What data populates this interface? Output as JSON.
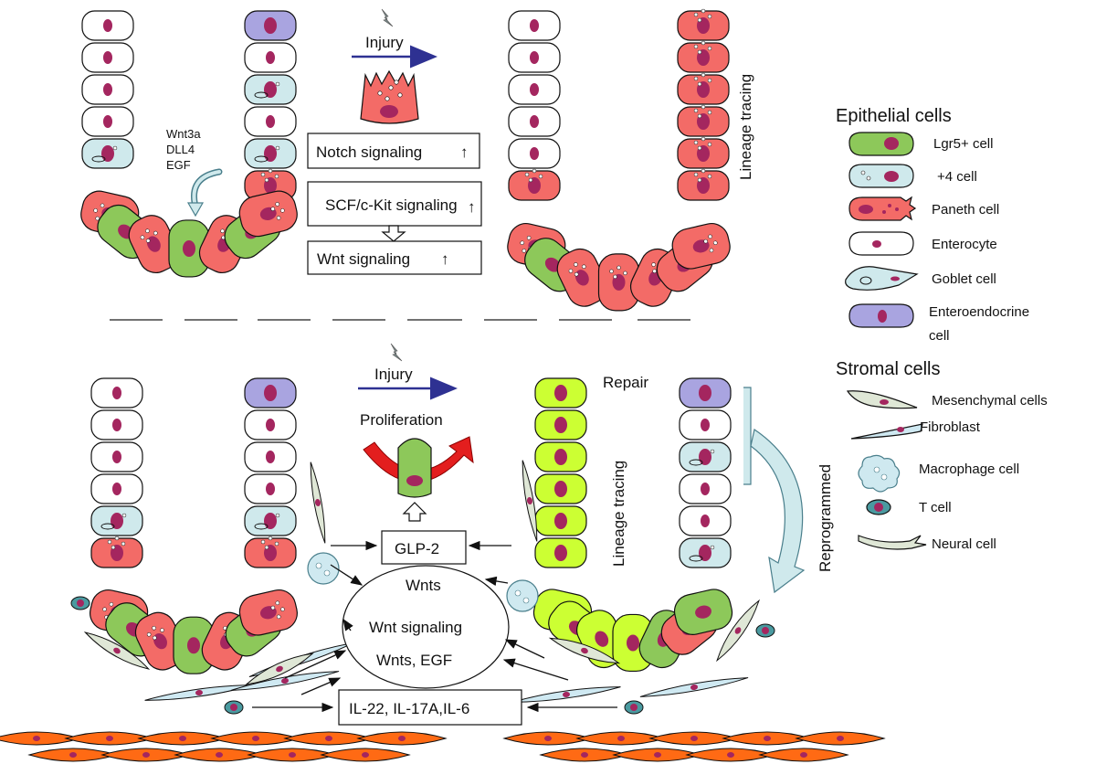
{
  "top_panel": {
    "injury_label": "Injury",
    "niche_factors": [
      "Wnt3a",
      "DLL4",
      "EGF"
    ],
    "signal_boxes": [
      {
        "text": "Notch signaling",
        "arrow": "↑"
      },
      {
        "text": "SCF/c-Kit signaling",
        "arrow": "↑"
      },
      {
        "text": "Wnt signaling",
        "arrow": "↑"
      }
    ],
    "lineage_tracing_label": "Lineage tracing"
  },
  "bottom_panel": {
    "injury_label": "Injury",
    "proliferation_label": "Proliferation",
    "glp2_label": "GLP-2",
    "center_lines": [
      "Wnts",
      "Wnt signaling",
      "Wnts, EGF"
    ],
    "cytokines_label": "IL-22, IL-17A,IL-6",
    "repair_label": "Repair",
    "reprogrammed_label": "Reprogrammed",
    "lineage_tracing_label": "Lineage tracing"
  },
  "legend": {
    "epithelial_title": "Epithelial cells",
    "epithelial_items": [
      {
        "label": "Lgr5+ cell",
        "icon": "lgr5-cell-icon"
      },
      {
        "label": "+4 cell",
        "icon": "plus4-cell-icon"
      },
      {
        "label": "Paneth cell",
        "icon": "paneth-cell-icon"
      },
      {
        "label": "Enterocyte",
        "icon": "enterocyte-icon"
      },
      {
        "label": "Goblet cell",
        "icon": "goblet-cell-icon"
      },
      {
        "label": "Enteroendocrine",
        "icon": "enteroendocrine-cell-icon"
      },
      {
        "label": "cell",
        "icon": ""
      }
    ],
    "stromal_title": "Stromal cells",
    "stromal_items": [
      {
        "label": "Mesenchymal cells",
        "icon": "mesenchymal-cell-icon"
      },
      {
        "label": "Fibroblast",
        "icon": "fibroblast-icon"
      },
      {
        "label": "Macrophage cell",
        "icon": "macrophage-icon"
      },
      {
        "label": "T cell",
        "icon": "t-cell-icon"
      },
      {
        "label": "Neural cell",
        "icon": "neural-cell-icon"
      }
    ]
  },
  "colors": {
    "lgr5": "#8dc85a",
    "plus4": "#cfe9ec",
    "paneth": "#f36b67",
    "enterocyte": "#ffffff",
    "goblet": "#cfe9ec",
    "enteroendocrine": "#a9a4e0",
    "nucleus": "#a4265f",
    "traced": "#ccff33",
    "stroma_orange": "#ff6a14",
    "arrow_blue": "#2e3192",
    "mesenchymal": "#dfe7d6",
    "fibroblast": "#cfe9f2",
    "macrophage": "#cfe9f0"
  }
}
